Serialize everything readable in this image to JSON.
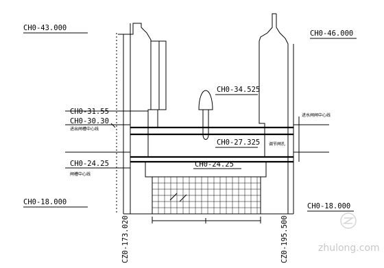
{
  "elevations": {
    "top_left": "CH0-43.000",
    "top_right": "CH0-46.000",
    "crest": "CH0-34.525",
    "el_31": "CH0-31.55",
    "el_30": "CH0-30.30",
    "el_27": "CH0-27.325",
    "el_24_left": "CH0-24.25",
    "el_24_center": "CH0-24.25",
    "bottom_left": "CH0-18.000",
    "bottom_right": "CH0-18.000"
  },
  "stations": {
    "left": "CZ0-173.020",
    "right": "CZ0-195.500"
  },
  "notes": {
    "left_mid": "进出闸槽中心线",
    "left_low": "闸槽中心线",
    "right_mid": "进水闸闸中心线",
    "center_gate": "调节闸孔"
  },
  "watermark": {
    "site": "zhulong.com"
  }
}
